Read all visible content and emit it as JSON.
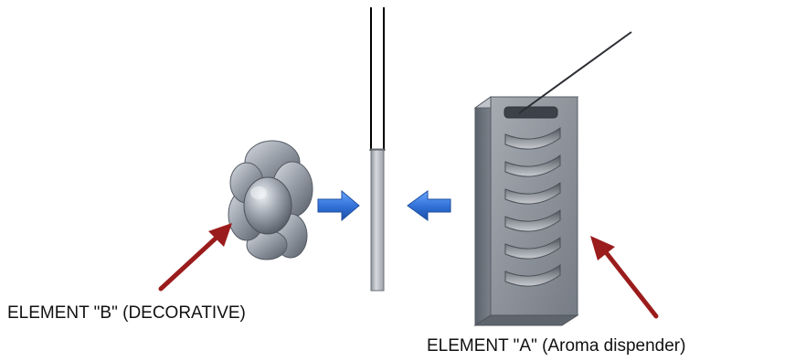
{
  "labels": {
    "element_b": "ELEMENT \"B\" (DECORATIVE)",
    "element_a": "ELEMENT \"A\" (Aroma dispender)"
  },
  "colors": {
    "pointer_arrow": "#9b1c1c",
    "push_arrow": "#2f6fd6",
    "element_a_body": "#8a9098",
    "element_b_body": "#8d939c",
    "wall": "#b9bcc1"
  },
  "icons": {
    "element_b": "flower-shaped-decorative-cap",
    "element_a": "slotted-rectangular-dispenser",
    "pointer": "red-pointer-arrow",
    "push": "blue-block-arrow"
  }
}
